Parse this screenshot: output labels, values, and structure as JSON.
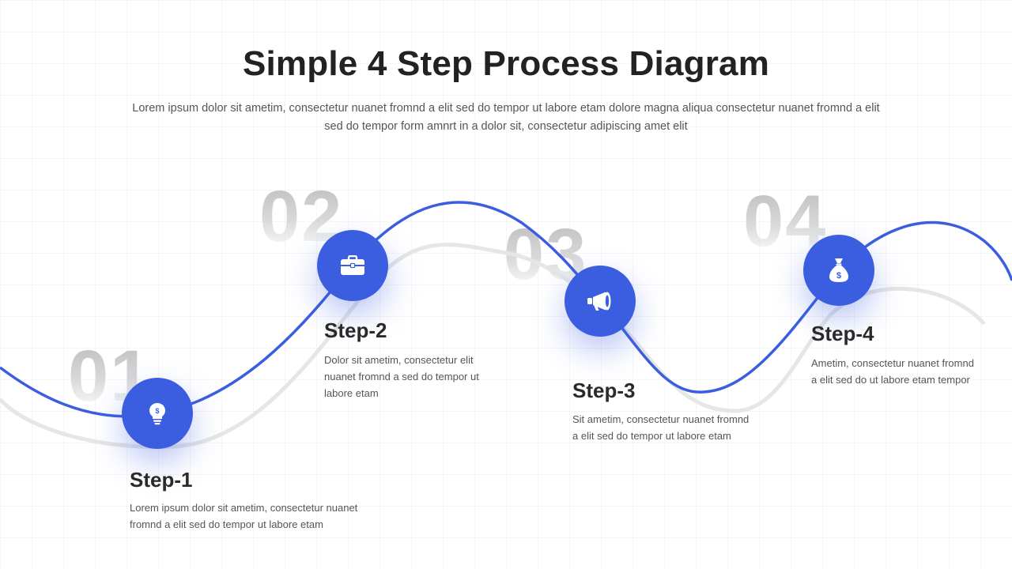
{
  "title": "Simple 4 Step Process Diagram",
  "subtitle": "Lorem ipsum dolor sit ametim, consectetur nuanet fromnd a elit sed do tempor ut labore etam dolore magna aliqua consectetur nuanet fromnd a elit sed do tempor form amnrt in a dolor sit, consectetur adipiscing amet elit",
  "colors": {
    "accent": "#3b5ee0",
    "heading": "#222222",
    "body": "#555555",
    "number": "#cccccc"
  },
  "steps": [
    {
      "number": "01",
      "title": "Step-1",
      "icon": "lightbulb-dollar-icon",
      "desc_lines": [
        "Lorem ipsum dolor sit ametim, consectetur nuanet",
        "fromnd a elit sed do tempor ut labore etam"
      ]
    },
    {
      "number": "02",
      "title": "Step-2",
      "icon": "briefcase-icon",
      "desc_lines": [
        "Dolor sit ametim, consectetur elit",
        "nuanet fromnd a sed do tempor ut",
        "labore etam"
      ]
    },
    {
      "number": "03",
      "title": "Step-3",
      "icon": "megaphone-icon",
      "desc_lines": [
        "Sit ametim, consectetur nuanet fromnd",
        "a elit sed do tempor ut labore etam"
      ]
    },
    {
      "number": "04",
      "title": "Step-4",
      "icon": "money-bag-icon",
      "desc_lines": [
        "Ametim, consectetur nuanet fromnd",
        "a elit sed do ut labore etam tempor"
      ]
    }
  ]
}
